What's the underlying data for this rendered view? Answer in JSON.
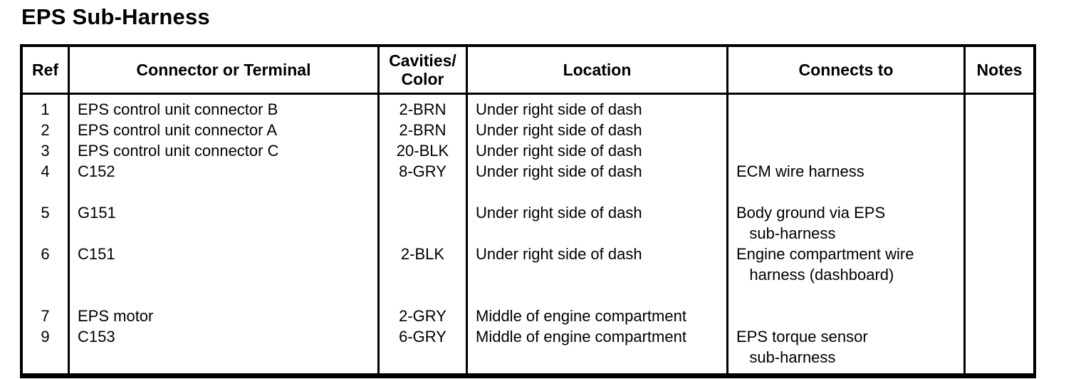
{
  "title": "EPS Sub-Harness",
  "colors": {
    "text": "#000000",
    "background": "#ffffff",
    "border": "#000000"
  },
  "table": {
    "headers": [
      {
        "label": "Ref"
      },
      {
        "label": "Connector or Terminal"
      },
      {
        "label": "Cavities/\nColor"
      },
      {
        "label": "Location"
      },
      {
        "label": "Connects to"
      },
      {
        "label": "Notes"
      }
    ],
    "rows": [
      {
        "ref": "1",
        "connector": "EPS control unit connector B",
        "cavities": "2-BRN",
        "location": "Under right side of dash",
        "connects_to": "",
        "notes": ""
      },
      {
        "ref": "2",
        "connector": "EPS control unit connector A",
        "cavities": "2-BRN",
        "location": "Under right side of dash",
        "connects_to": "",
        "notes": ""
      },
      {
        "ref": "3",
        "connector": "EPS control unit connector C",
        "cavities": "20-BLK",
        "location": "Under right side of dash",
        "connects_to": "",
        "notes": ""
      },
      {
        "ref": "4",
        "connector": "C152",
        "cavities": "8-GRY",
        "location": "Under right side of dash",
        "connects_to": "ECM wire harness",
        "notes": ""
      },
      {
        "spacer": true
      },
      {
        "ref": "5",
        "connector": "G151",
        "cavities": "",
        "location": "Under right side of dash",
        "connects_to": "Body ground via EPS\n   sub-harness",
        "notes": ""
      },
      {
        "ref": "6",
        "connector": "C151",
        "cavities": "2-BLK",
        "location": "Under right side of dash",
        "connects_to": "Engine compartment wire\n   harness (dashboard)",
        "notes": ""
      },
      {
        "spacer": true
      },
      {
        "ref": "7",
        "connector": "EPS motor",
        "cavities": "2-GRY",
        "location": "Middle of engine compartment",
        "connects_to": "",
        "notes": ""
      },
      {
        "ref": "9",
        "connector": "C153",
        "cavities": "6-GRY",
        "location": "Middle of engine compartment",
        "connects_to": "EPS torque sensor\n   sub-harness",
        "notes": ""
      }
    ]
  }
}
